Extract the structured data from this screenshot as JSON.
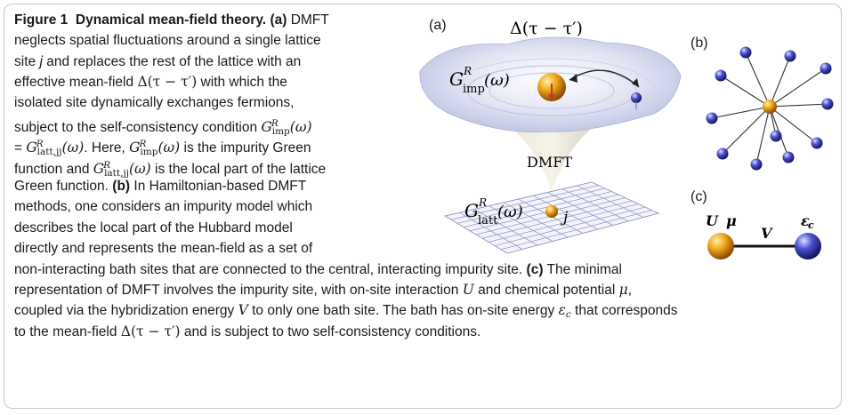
{
  "caption": {
    "figure_label": "Figure 1",
    "title": "Dynamical mean-field theory.",
    "part_a_tag": "(a)",
    "part_b_tag": "(b)",
    "part_c_tag": "(c)",
    "l1": "DMFT",
    "l2": "neglects spatial fluctuations around a single lattice",
    "l3a": "site ",
    "l3b": "j",
    "l3c": " and replaces the rest of the lattice with an",
    "l4a": "effective mean-field ",
    "l4m": "Δ(τ − τ′)",
    "l4b": " with which the",
    "l5": "isolated site dynamically exchanges fermions,",
    "l6": "subject to the self-consistency condition",
    "l7a": "= ",
    "l7b": ". Here, ",
    "l7c": " is the impurity Green",
    "l8a": "function and ",
    "l8b": " is the local part of the lattice",
    "l9": "Green function.",
    "l9b": "In Hamiltonian-based DMFT",
    "l10": "methods, one considers an impurity model which",
    "l11": "describes the local part of the Hubbard model",
    "l12": "directly and represents the mean-field as a set of",
    "l13": "non-interacting bath sites that are connected to the central, interacting impurity site.",
    "l13b": "The minimal",
    "l14a": "representation of DMFT involves the impurity site, with on-site interaction ",
    "l14U": "U",
    "l14b": " and chemical potential ",
    "l14mu": "μ",
    "l14c": ",",
    "l15a": "coupled via the hybridization energy ",
    "l15V": "V",
    "l15b": " to only one bath site. The bath has on-site energy ",
    "l15e": "ε",
    "l15es": "c",
    "l15c": " that corresponds",
    "l16a": "to the mean-field ",
    "l16m": "Δ(τ − τ′)",
    "l16b": " and is subject to two self-consistency conditions."
  },
  "math": {
    "G": "G",
    "R": "R",
    "imp": "imp",
    "latt_jj": "latt,jj",
    "omega": "(ω)"
  },
  "figure": {
    "label_a": "(a)",
    "label_b": "(b)",
    "label_c": "(c)",
    "delta_label": "Δ(τ − τ′)",
    "gimp_G": "G",
    "gimp_R": "R",
    "gimp_sub": "imp",
    "gimp_arg": "(ω)",
    "dmft_label": "DMFT",
    "glatt_G": "G",
    "glatt_R": "R",
    "glatt_sub": "latt",
    "glatt_arg": "(ω)",
    "site_label": "j",
    "c_U": "U",
    "c_mu": "μ",
    "c_V": "V",
    "c_eps": "ε",
    "c_eps_sub": "c"
  },
  "colors": {
    "impurity": "#e8a21c",
    "bath": "#3a3fb8",
    "cloud": "#c9cde8",
    "funnel": "#b8b39a",
    "grid": "#9a9acb"
  }
}
